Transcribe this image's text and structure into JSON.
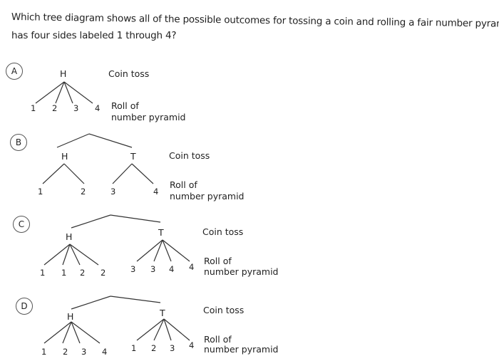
{
  "question": {
    "line1": "Which tree diagram shows all of the possible outcomes for tossing a coin and rolling a fair number pyramid that",
    "line2": "has four sides labeled 1 through 4?"
  },
  "diagrams": [
    {
      "letter": "A",
      "heads": "H",
      "coin_label": "Coin toss",
      "roll_label_1": "Roll of",
      "roll_label_2": "number pyramid",
      "outcomes": [
        "1",
        "2",
        "3",
        "4"
      ]
    },
    {
      "letter": "B",
      "heads": "H",
      "tails": "T",
      "coin_label": "Coin toss",
      "roll_label_1": "Roll of",
      "roll_label_2": "number pyramid",
      "outcomes": [
        "1",
        "2",
        "3",
        "4"
      ]
    },
    {
      "letter": "C",
      "heads": "H",
      "tails": "T",
      "coin_label": "Coin toss",
      "roll_label_1": "Roll of",
      "roll_label_2": "number pyramid",
      "outcomes": [
        "1",
        "1",
        "2",
        "2",
        "3",
        "3",
        "4",
        "4"
      ]
    },
    {
      "letter": "D",
      "heads": "H",
      "tails": "T",
      "coin_label": "Coin toss",
      "roll_label_1": "Roll of",
      "roll_label_2": "number pyramid",
      "outcomes": [
        "1",
        "2",
        "3",
        "4",
        "1",
        "2",
        "3",
        "4"
      ]
    }
  ]
}
